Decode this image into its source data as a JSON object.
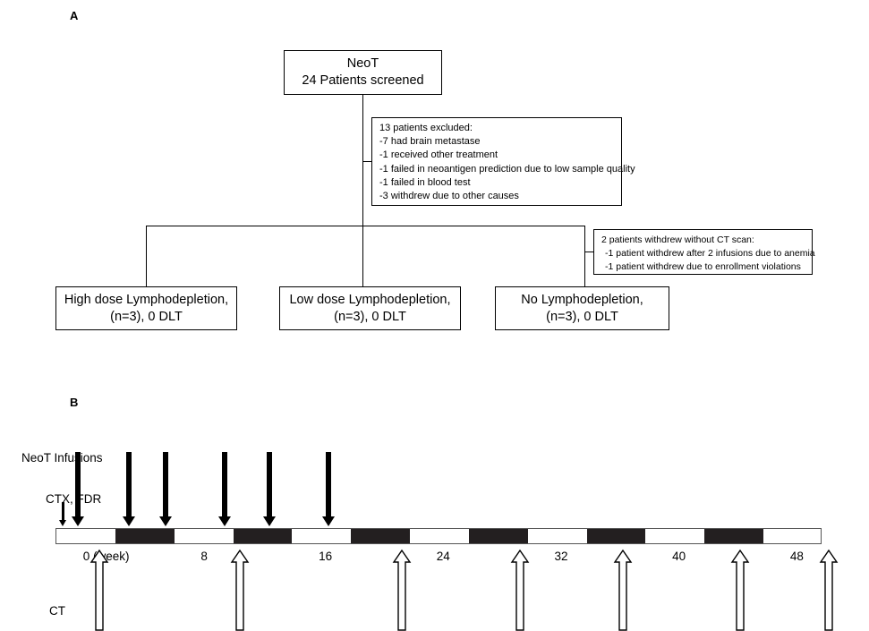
{
  "figure": {
    "panel_a_label": "A",
    "panel_b_label": "B"
  },
  "panel_a": {
    "screened_box": {
      "line1": "NeoT",
      "line2": "24 Patients screened"
    },
    "excluded_box": {
      "title": "13 patients excluded:",
      "items": [
        "-7 had brain metastase",
        "-1 received other treatment",
        "-1 failed in neoantigen prediction due to low sample quality",
        "-1 failed in blood test",
        "-3 withdrew due to other causes"
      ]
    },
    "ct_withdrew_box": {
      "title": "2 patients withdrew without CT scan:",
      "items": [
        "-1 patient withdrew after 2 infusions due to anemia",
        "-1 patient withdrew due to enrollment violations"
      ]
    },
    "arms": [
      {
        "line1": "High dose Lymphodepletion,",
        "line2": "(n=3), 0 DLT"
      },
      {
        "line1": "Low dose Lymphodepletion,",
        "line2": "(n=3), 0 DLT"
      },
      {
        "line1": "No Lymphodepletion,",
        "line2": "(n=3), 0 DLT"
      }
    ]
  },
  "panel_b": {
    "labels": {
      "infusions": "NeoT Infusions",
      "conditioning": "CTX, FDR",
      "imaging": "CT"
    },
    "axis": {
      "unit": "week",
      "range_weeks": [
        0,
        52
      ],
      "tick_labels": [
        "0 (week)",
        "8",
        "16",
        "24",
        "32",
        "40",
        "48"
      ],
      "tick_weeks": [
        0,
        8,
        16,
        24,
        32,
        40,
        48
      ]
    },
    "bar": {
      "segment_weeks": 4,
      "colors": {
        "dark": "#231f20",
        "light": "#ffffff"
      },
      "pattern": [
        "white",
        "black",
        "white",
        "black",
        "white",
        "black",
        "white",
        "black",
        "white",
        "black",
        "white",
        "black",
        "white"
      ]
    },
    "infusion_arrows_weeks": [
      0,
      3.5,
      6,
      10,
      13,
      17
    ],
    "conditioning_arrow_week": -1,
    "ct_arrows_weeks": [
      1.5,
      11,
      22,
      30,
      37,
      45,
      51
    ]
  }
}
